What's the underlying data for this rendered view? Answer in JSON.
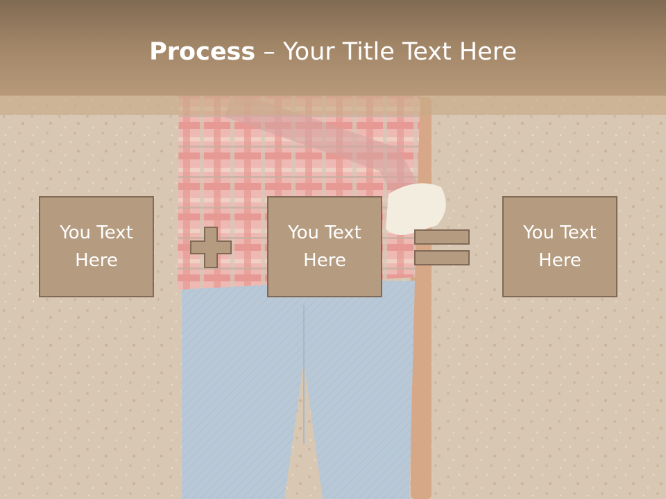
{
  "slide": {
    "title_bold": "Process",
    "title_rest": " – Your Title Text Here",
    "boxes": [
      {
        "line1": "You Text",
        "line2": "Here"
      },
      {
        "line1": "You Text",
        "line2": "Here"
      },
      {
        "line1": "You Text",
        "line2": "Here"
      }
    ],
    "operators": [
      "plus-icon",
      "equals-icon"
    ]
  },
  "colors": {
    "title_band": "#a08466",
    "box_fill": "#b59b80",
    "box_border": "#806a56",
    "text": "#ffffff"
  }
}
